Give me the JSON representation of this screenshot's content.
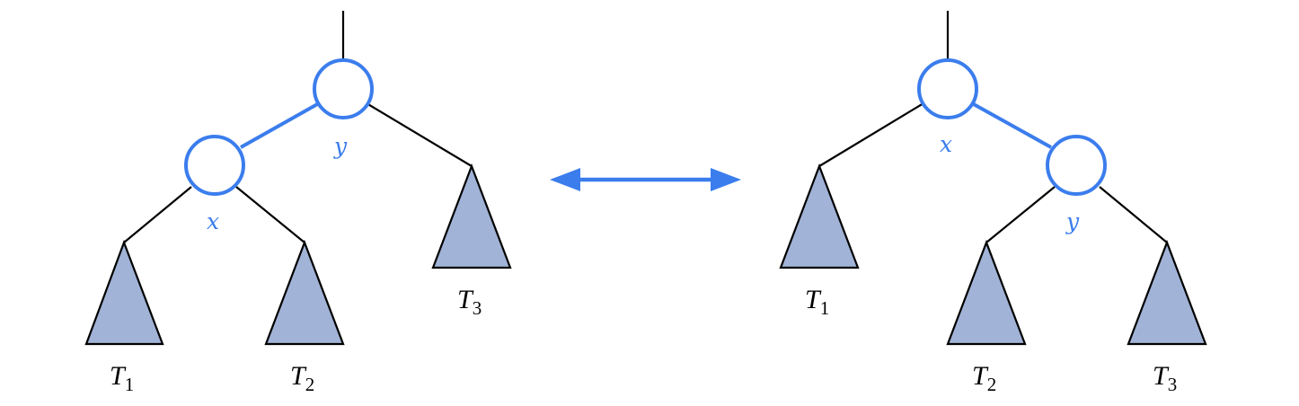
{
  "colors": {
    "highlight": "#3b7ded",
    "subtree_fill": "#a1b3d6",
    "edge": "#000000"
  },
  "arrow": {
    "kind": "double-headed",
    "meaning": "rotation",
    "color": "#3b7ded"
  },
  "left_tree": {
    "top_node": {
      "label": "y"
    },
    "child_node": {
      "label": "x"
    },
    "subtrees": [
      {
        "letter": "T",
        "sub": "1"
      },
      {
        "letter": "T",
        "sub": "2"
      },
      {
        "letter": "T",
        "sub": "3"
      }
    ]
  },
  "right_tree": {
    "top_node": {
      "label": "x"
    },
    "child_node": {
      "label": "y"
    },
    "subtrees": [
      {
        "letter": "T",
        "sub": "1"
      },
      {
        "letter": "T",
        "sub": "2"
      },
      {
        "letter": "T",
        "sub": "3"
      }
    ]
  }
}
